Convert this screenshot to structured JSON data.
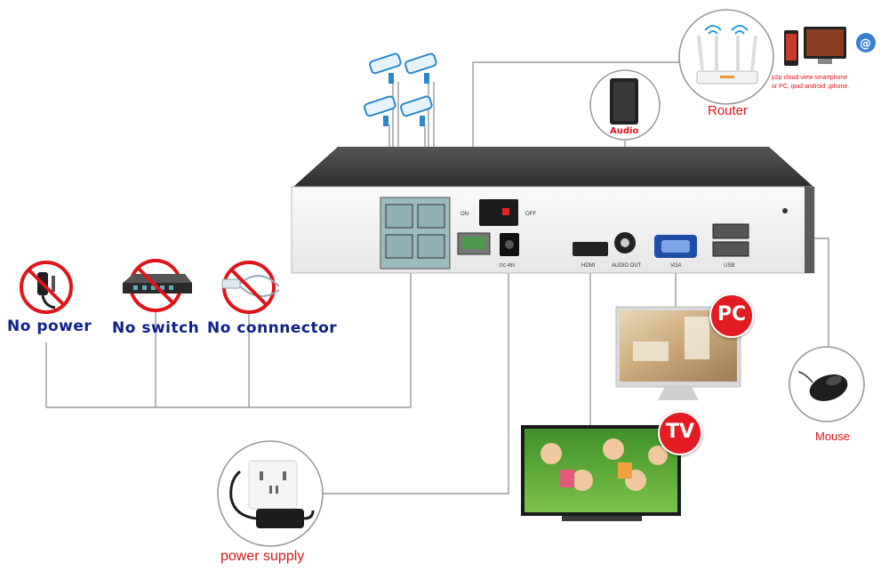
{
  "labels": {
    "no_power": "No power",
    "no_switch": "No switch",
    "no_connector": "No connnector",
    "router": "Router",
    "audio": "Audio",
    "pc": "PC",
    "tv": "TV",
    "mouse": "Mouse",
    "power_supply": "power supply",
    "p2p_line1": "p2p cloud  view smartphone",
    "p2p_line2": "or PC, ipad android ,iphone."
  },
  "ports": {
    "on": "ON",
    "off": "OFF",
    "hdmi": "HDMI",
    "audio_out": "AUDIO OUT",
    "vga": "VGA",
    "dc": "DC 48V",
    "usb": "USB"
  },
  "colors": {
    "label_blue": "#10208a",
    "label_red": "#e0141b",
    "badge_red": "#e31b23",
    "wire": "#9a9a9a",
    "nvr_top": "#3d3d3d",
    "nvr_front": "#f4f4f4"
  },
  "icons": [
    "camera-icon",
    "speaker-icon",
    "router-icon",
    "mouse-icon",
    "power-plug-icon",
    "switch-icon",
    "connector-icon",
    "ethernet-port-icon",
    "hdmi-port-icon",
    "vga-port-icon",
    "usb-port-icon"
  ]
}
